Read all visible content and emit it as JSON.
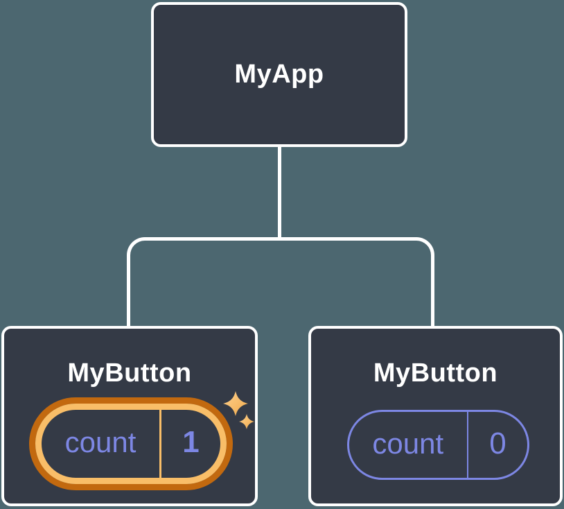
{
  "tree": {
    "root": {
      "label": "MyApp"
    },
    "children": [
      {
        "label": "MyButton",
        "state": {
          "key": "count",
          "value": "1"
        },
        "highlighted": true
      },
      {
        "label": "MyButton",
        "state": {
          "key": "count",
          "value": "0"
        },
        "highlighted": false
      }
    ]
  },
  "icons": {
    "sparkle": "four-pointed-star-sparkle"
  },
  "colors": {
    "canvas_background": "#4C6770",
    "node_fill": "#343A46",
    "node_border": "#FFFFFF",
    "connector": "#FFFFFF",
    "state_text": "#7D87E4",
    "state_pill_border": "#7D87E4",
    "highlight_ring_outer": "#C2690F",
    "highlight_ring_inner": "#F9BE68",
    "sparkle_fill": "#F8BC66"
  }
}
